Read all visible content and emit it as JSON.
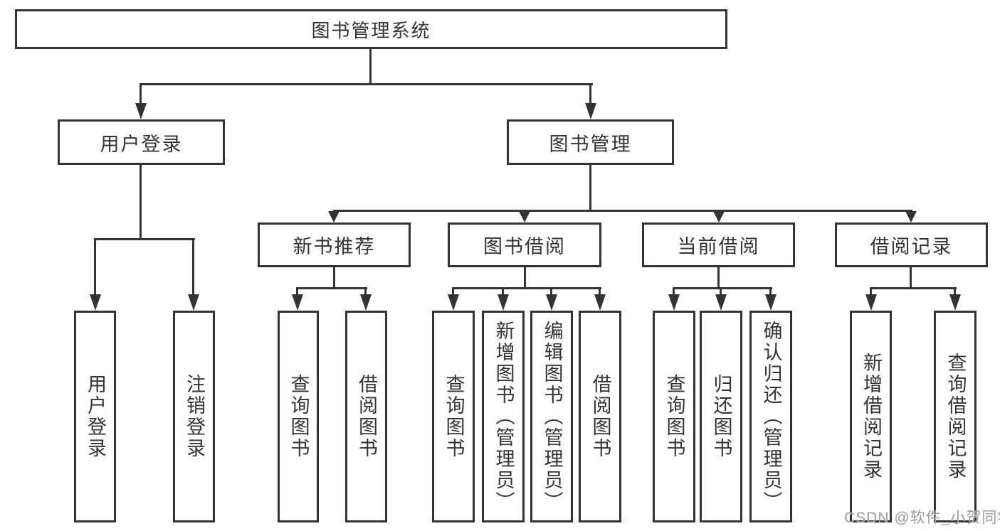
{
  "colors": {
    "line": "#333333",
    "text": "#333333",
    "background": "#ffffff",
    "box_fill": "#ffffff",
    "watermark": "#9b9b9b"
  },
  "watermark": {
    "text": "CSDN @软件_小贺同学"
  },
  "tree": {
    "label": "图书管理系统",
    "children": [
      {
        "label": "用户登录",
        "children": [
          {
            "label": "用户登录"
          },
          {
            "label": "注销登录"
          }
        ]
      },
      {
        "label": "图书管理",
        "children": [
          {
            "label": "新书推荐",
            "children": [
              {
                "label": "查询图书"
              },
              {
                "label": "借阅图书"
              }
            ]
          },
          {
            "label": "图书借阅",
            "children": [
              {
                "label": "查询图书"
              },
              {
                "label": "新增图书（管理员）"
              },
              {
                "label": "编辑图书（管理员）"
              },
              {
                "label": "借阅图书"
              }
            ]
          },
          {
            "label": "当前借阅",
            "children": [
              {
                "label": "查询图书"
              },
              {
                "label": "归还图书"
              },
              {
                "label": "确认归还（管理员）"
              }
            ]
          },
          {
            "label": "借阅记录",
            "children": [
              {
                "label": "新增借阅记录"
              },
              {
                "label": "查询借阅记录"
              }
            ]
          }
        ]
      }
    ]
  }
}
